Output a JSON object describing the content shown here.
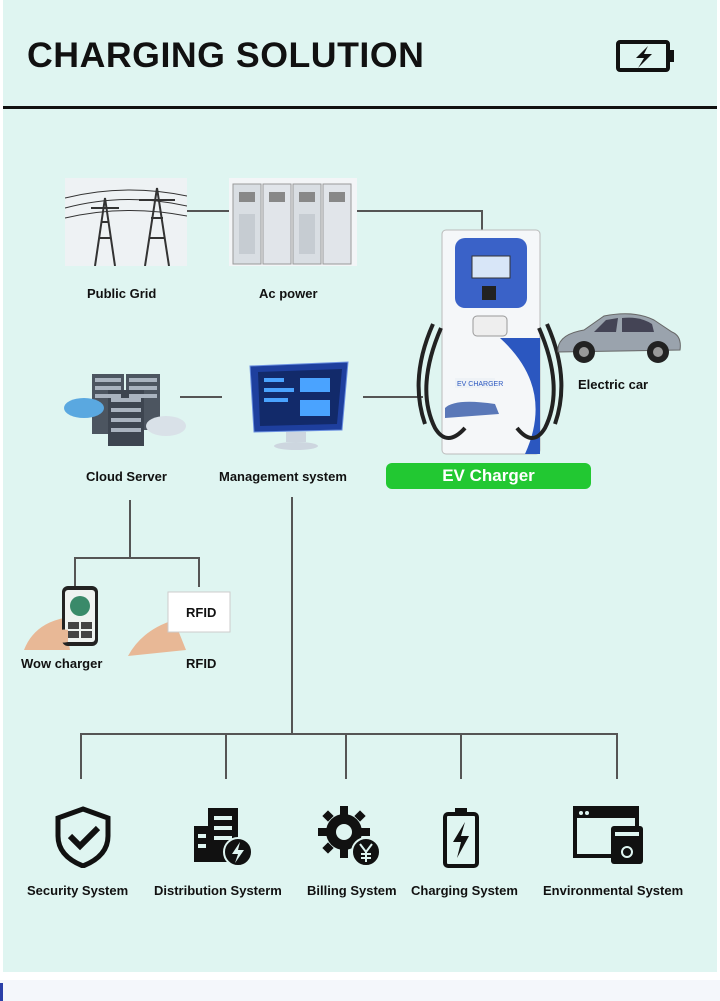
{
  "header": {
    "title": "CHARGING SOLUTION",
    "icon": "battery-charging-icon"
  },
  "nodes": {
    "public_grid": "Public Grid",
    "ac_power": "Ac power",
    "electric_car": "Electric car",
    "cloud_server": "Cloud Server",
    "management_system": "Management system",
    "ev_charger": "EV Charger",
    "wow_charger": "Wow charger",
    "rfid": "RFID",
    "rfid_card_text": "RFID",
    "charger_screen_text": "EV CHARGER"
  },
  "systems": [
    {
      "label": "Security System",
      "icon": "shield-check-icon"
    },
    {
      "label": "Distribution Systerm",
      "icon": "distribution-icon"
    },
    {
      "label": "Billing System",
      "icon": "gear-yen-icon"
    },
    {
      "label": "Charging System",
      "icon": "battery-bolt-icon"
    },
    {
      "label": "Environmental System",
      "icon": "window-monitor-icon"
    }
  ],
  "colors": {
    "background": "#dff5f1",
    "accent_green": "#22c832",
    "line": "#555555"
  }
}
